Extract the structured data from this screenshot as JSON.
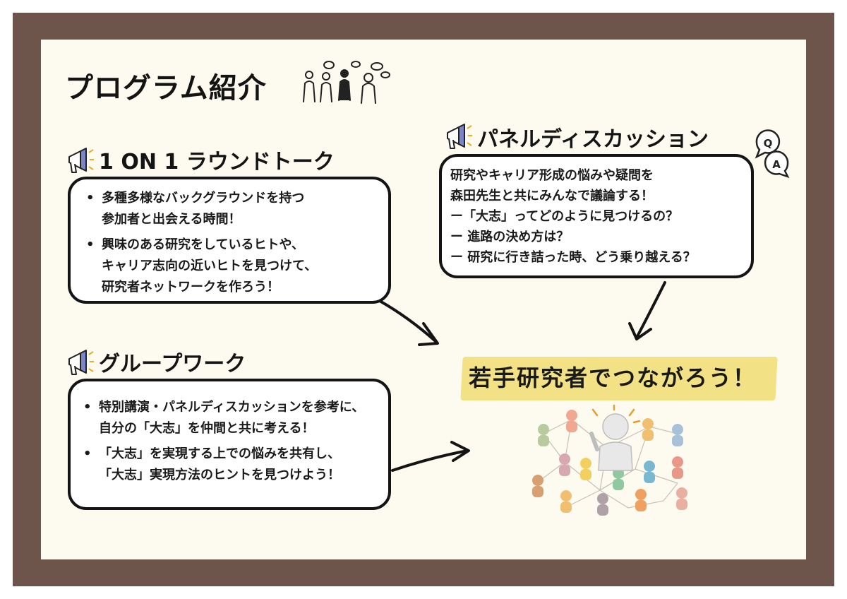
{
  "page_title": "プログラム紹介",
  "sections": {
    "one_on_one": {
      "title": "1 ON 1 ラウンドトーク",
      "bullets": [
        [
          "多種多様なバックグラウンドを持つ",
          "参加者と出会える時間！"
        ],
        [
          "興味のある研究をしているヒトや、",
          "キャリア志向の近いヒトを見つけて、",
          "研究者ネットワークを作ろう！"
        ]
      ]
    },
    "group_work": {
      "title": "グループワーク",
      "bullets": [
        [
          "特別講演・パネルディスカッションを参考に、",
          "自分の「大志」を仲間と共に考える！"
        ],
        [
          "「大志」を実現する上での悩みを共有し、",
          "「大志」実現方法のヒントを見つけよう！"
        ]
      ]
    },
    "panel": {
      "title": "パネルディスカッション",
      "intro": [
        "研究やキャリア形成の悩みや疑問を",
        "森田先生と共にみんなで議論する！"
      ],
      "items": [
        "ー「大志」ってどのように見つけるの？",
        "ー 進路の決め方は？",
        "ー 研究に行き詰った時、どう乗り越える？"
      ]
    }
  },
  "call_to_action": "若手研究者でつながろう！",
  "qa_icon": {
    "q": "Q",
    "a": "A"
  },
  "icons": [
    "megaphone-icon",
    "people-talking-icon",
    "qa-bubbles-icon",
    "network-people-icon"
  ],
  "colors": {
    "frame": "#6e554c",
    "panel": "#fdfaef",
    "highlight": "#f1dd72",
    "border": "#141414"
  }
}
